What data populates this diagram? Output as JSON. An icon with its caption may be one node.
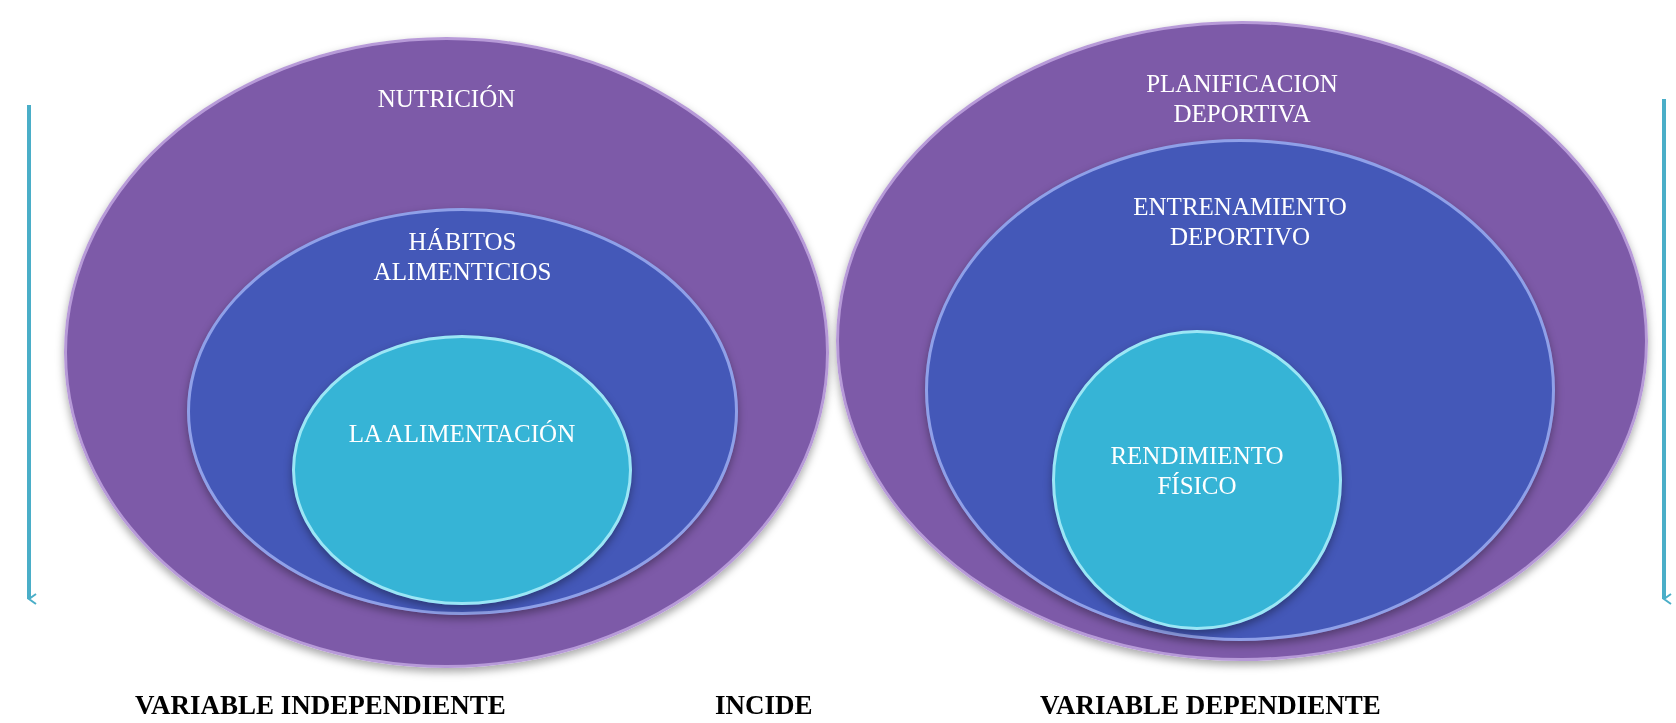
{
  "diagram": {
    "nodes": [
      {
        "text": [
          "NUTRICIÓN"
        ]
      },
      {
        "text": [
          "HÁBITOS ALIMENTICIOS"
        ],
        "in": 0
      },
      {
        "text": [
          "LA ALIMENTACIÓN"
        ],
        "in": 1
      },
      {
        "text": [
          "PLANIFICACION DEPORTIVA"
        ]
      },
      {
        "text": [
          "ENTRENAMIENTO DEPORTIVO"
        ],
        "in": 3
      },
      {
        "text": [
          "RENDIMIENTO FÍSICO"
        ],
        "in": 4
      }
    ],
    "edges": [],
    "labels": [
      "VARIABLE INDEPENDIENTE",
      "INCIDE",
      "VARIABLE DEPENDIENTE"
    ]
  }
}
